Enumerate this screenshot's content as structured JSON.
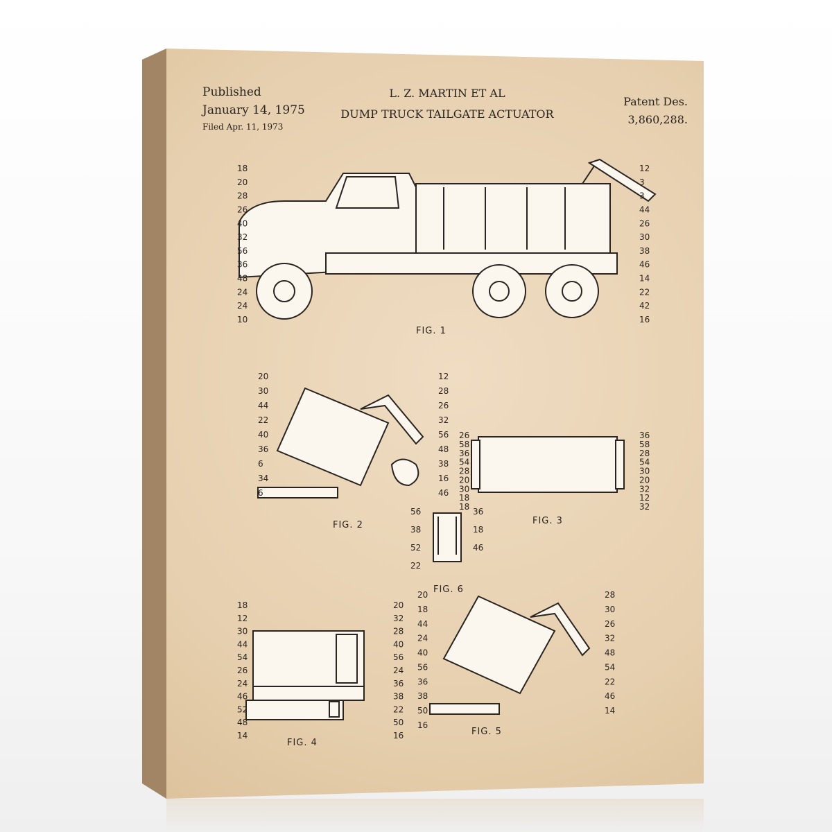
{
  "header": {
    "published_label": "Published",
    "published_date": "January 14, 1975",
    "filed": "Filed Apr. 11, 1973",
    "inventor": "L. Z. MARTIN ET AL",
    "title": "DUMP TRUCK TAILGATE ACTUATOR",
    "patent_label": "Patent Des.",
    "patent_number": "3,860,288."
  },
  "figures": {
    "fig1": {
      "caption": "FIG. 1",
      "refs": [
        "18",
        "12",
        "20",
        "3",
        "28",
        "3",
        "26",
        "44",
        "40",
        "26",
        "32",
        "30",
        "56",
        "38",
        "36",
        "46",
        "48",
        "14",
        "24",
        "22",
        "24",
        "42",
        "10",
        "16"
      ]
    },
    "fig2": {
      "caption": "FIG. 2",
      "refs": [
        "20",
        "12",
        "30",
        "28",
        "44",
        "26",
        "22",
        "32",
        "40",
        "56",
        "36",
        "48",
        "6",
        "38",
        "34",
        "16",
        "6",
        "46"
      ]
    },
    "fig3": {
      "caption": "FIG. 3",
      "refs": [
        "26",
        "36",
        "58",
        "58",
        "36",
        "28",
        "54",
        "54",
        "28",
        "30",
        "20",
        "20",
        "30",
        "32",
        "18",
        "12",
        "18",
        "32"
      ]
    },
    "fig4": {
      "caption": "FIG. 4",
      "refs": [
        "18",
        "20",
        "12",
        "32",
        "30",
        "28",
        "44",
        "40",
        "54",
        "56",
        "26",
        "24",
        "24",
        "36",
        "46",
        "38",
        "52",
        "22",
        "48",
        "50",
        "14",
        "16"
      ]
    },
    "fig5": {
      "caption": "FIG. 5",
      "refs": [
        "20",
        "28",
        "18",
        "30",
        "44",
        "26",
        "24",
        "32",
        "40",
        "48",
        "56",
        "54",
        "36",
        "22",
        "38",
        "46",
        "50",
        "14",
        "16"
      ]
    },
    "fig6": {
      "caption": "FIG. 6",
      "refs": [
        "56",
        "36",
        "38",
        "18",
        "52",
        "46",
        "22"
      ]
    }
  },
  "colors": {
    "canvas": "#e6cfae",
    "ink": "#2a2420",
    "side": "#a8896a"
  }
}
